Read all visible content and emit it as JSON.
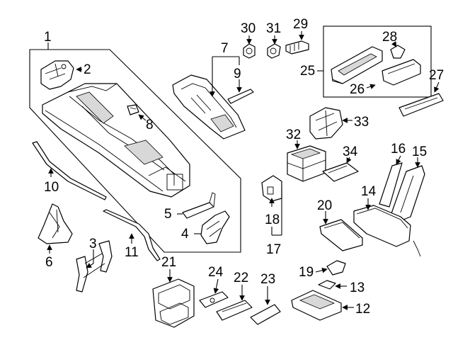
{
  "callouts": {
    "c1": "1",
    "c2": "2",
    "c3": "3",
    "c4": "4",
    "c5": "5",
    "c6": "6",
    "c7": "7",
    "c8": "8",
    "c9": "9",
    "c10": "10",
    "c11": "11",
    "c12": "12",
    "c13": "13",
    "c14": "14",
    "c15": "15",
    "c16": "16",
    "c17": "17",
    "c18": "18",
    "c19": "19",
    "c20": "20",
    "c21": "21",
    "c22": "22",
    "c23": "23",
    "c24": "24",
    "c25": "25",
    "c26": "26",
    "c27": "27",
    "c28": "28",
    "c29": "29",
    "c30": "30",
    "c31": "31",
    "c32": "32",
    "c33": "33",
    "c34": "34"
  },
  "colors": {
    "line": "#000000",
    "background": "#ffffff",
    "shade": "#d8d8d8"
  }
}
